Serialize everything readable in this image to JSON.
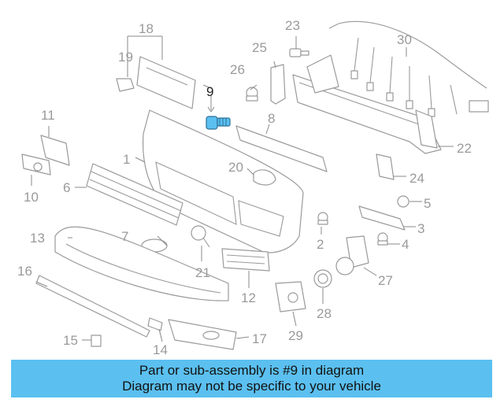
{
  "callouts": [
    {
      "id": "1",
      "label": "1"
    },
    {
      "id": "2",
      "label": "2"
    },
    {
      "id": "3",
      "label": "3"
    },
    {
      "id": "4",
      "label": "4"
    },
    {
      "id": "5",
      "label": "5"
    },
    {
      "id": "6",
      "label": "6"
    },
    {
      "id": "7",
      "label": "7"
    },
    {
      "id": "8",
      "label": "8"
    },
    {
      "id": "9",
      "label": "9",
      "highlighted": true
    },
    {
      "id": "10",
      "label": "10"
    },
    {
      "id": "11",
      "label": "11"
    },
    {
      "id": "12",
      "label": "12"
    },
    {
      "id": "13",
      "label": "13"
    },
    {
      "id": "14",
      "label": "14"
    },
    {
      "id": "15",
      "label": "15"
    },
    {
      "id": "16",
      "label": "16"
    },
    {
      "id": "17",
      "label": "17"
    },
    {
      "id": "18",
      "label": "18"
    },
    {
      "id": "19",
      "label": "19"
    },
    {
      "id": "20",
      "label": "20"
    },
    {
      "id": "21",
      "label": "21"
    },
    {
      "id": "22",
      "label": "22"
    },
    {
      "id": "23",
      "label": "23"
    },
    {
      "id": "24",
      "label": "24"
    },
    {
      "id": "25",
      "label": "25"
    },
    {
      "id": "26",
      "label": "26"
    },
    {
      "id": "27",
      "label": "27"
    },
    {
      "id": "28",
      "label": "28"
    },
    {
      "id": "29",
      "label": "29"
    },
    {
      "id": "30",
      "label": "30"
    }
  ],
  "highlight_part": "9",
  "colors": {
    "banner": "#5bc0f0",
    "highlight_part": "#5bc0f0",
    "line_art": "#9a9a9a"
  },
  "banner": {
    "line1": "Part or sub-assembly is #9 in diagram",
    "line2": "Diagram may not be specific to your vehicle"
  }
}
